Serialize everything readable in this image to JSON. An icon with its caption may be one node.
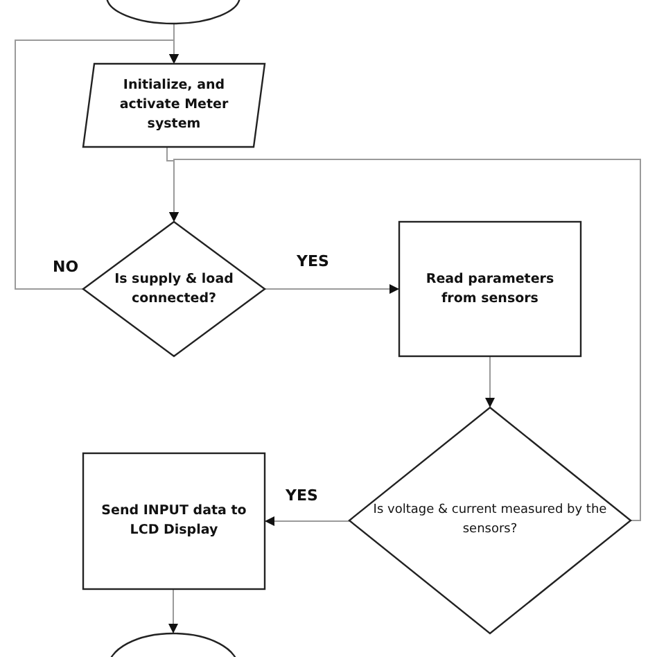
{
  "diagram": {
    "nodes": [
      {
        "text": [],
        "shape": "oval"
      },
      {
        "text": [
          "Initialize, and activate Meter system"
        ]
      },
      {
        "text": [
          "Is supply & load connected?"
        ]
      },
      {
        "text": [
          "Read parameters from sensors"
        ]
      },
      {
        "text": [
          "Is voltage & current measured by the sensors?"
        ]
      },
      {
        "text": [
          "Send INPUT data to LCD Display"
        ]
      },
      {
        "text": [],
        "shape": "oval"
      }
    ],
    "edges": [
      {
        "from": 0,
        "to": 1,
        "arrow": "to"
      },
      {
        "from": 1,
        "to": 2,
        "arrow": "to"
      },
      {
        "from": 2,
        "to": 3,
        "arrow": "to",
        "label": "YES"
      },
      {
        "from": 2,
        "to": 1,
        "arrow": "to",
        "label": "NO"
      },
      {
        "from": 3,
        "to": 4,
        "arrow": "to"
      },
      {
        "from": 4,
        "to": 5,
        "arrow": "to",
        "label": "YES"
      },
      {
        "from": 4,
        "to": 2,
        "arrow": "to"
      },
      {
        "from": 5,
        "to": 6,
        "arrow": "to"
      }
    ]
  }
}
